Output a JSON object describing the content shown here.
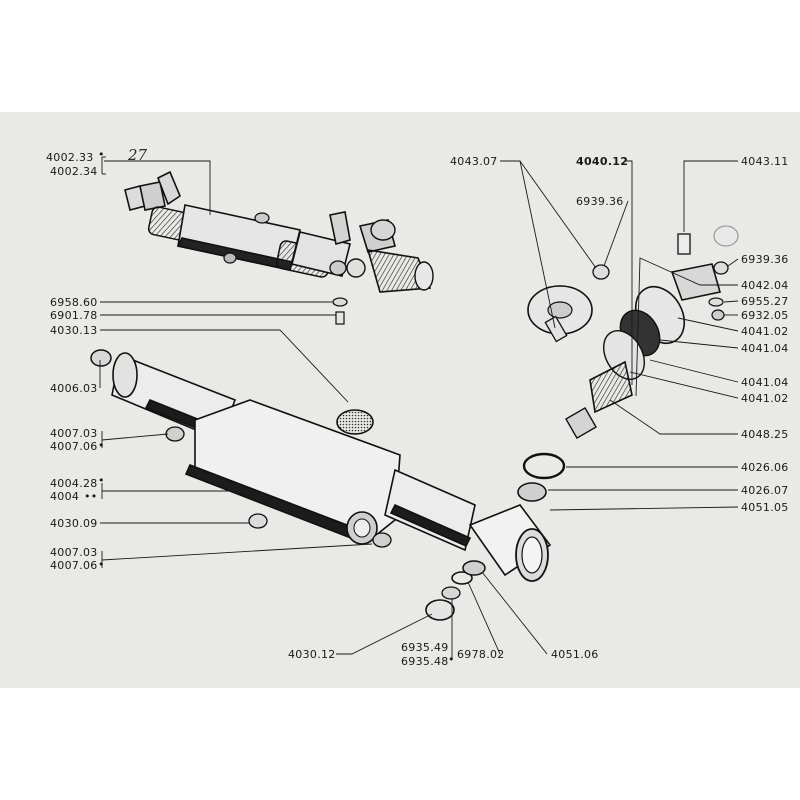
{
  "sheet": {
    "handwritten_note": "27",
    "background_color": "#e9e9e7",
    "ink_color": "#1a1a1a"
  },
  "labels": {
    "l4002_33": "4002.33",
    "l4002_34": "4002.34",
    "l6958_60": "6958.60",
    "l6901_78": "6901.78",
    "l4030_13": "4030.13",
    "l4006_03": "4006.03",
    "l4007_03_a": "4007.03",
    "l4007_06_a": "4007.06",
    "l4004_28": "4004.28",
    "l4004": "4004",
    "l4030_09": "4030.09",
    "l4007_03_b": "4007.03",
    "l4007_06_b": "4007.06",
    "l4030_12": "4030.12",
    "l6935_49": "6935.49",
    "l6935_48": "6935.48",
    "l6978_02": "6978.02",
    "l4051_06": "4051.06",
    "l4043_07": "4043.07",
    "l4040_12": "4040.12",
    "l4043_11": "4043.11",
    "l6939_36_a": "6939.36",
    "l6939_36_b": "6939.36",
    "l4042_04": "4042.04",
    "l6955_27": "6955.27",
    "l6932_05": "6932.05",
    "l4041_02_a": "4041.02",
    "l4041_04_a": "4041.04",
    "l4041_04_b": "4041.04",
    "l4041_02_b": "4041.02",
    "l4048_25": "4048.25",
    "l4026_06": "4026.06",
    "l4026_07": "4026.07",
    "l4051_05": "4051.05"
  },
  "marks": {
    "dot_single": "•",
    "dot_double": "••"
  }
}
